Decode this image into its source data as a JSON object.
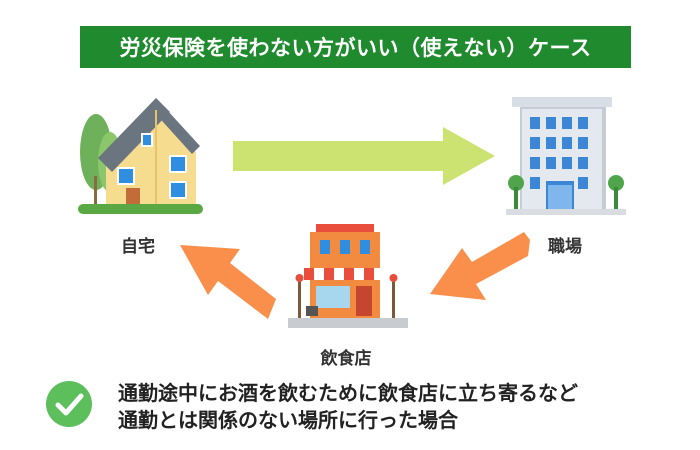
{
  "banner": {
    "title": "労災保険を使わない方がいい（使えない）ケース"
  },
  "nodes": {
    "home": {
      "label": "自宅",
      "icon": "house-icon"
    },
    "workplace": {
      "label": "職場",
      "icon": "office-building-icon"
    },
    "restaurant": {
      "label": "飲食店",
      "icon": "restaurant-icon"
    }
  },
  "note": {
    "icon": "checkmark-icon",
    "lines": [
      "通勤途中にお酒を飲むために飲食店に立ち寄るなど",
      "通勤とは関係のない場所に行った場合"
    ]
  },
  "colors": {
    "banner": "#1f8a2e",
    "arrow_forward": "#cde371",
    "arrow_return": "#f98f4b",
    "check": "#5cbf5c"
  }
}
